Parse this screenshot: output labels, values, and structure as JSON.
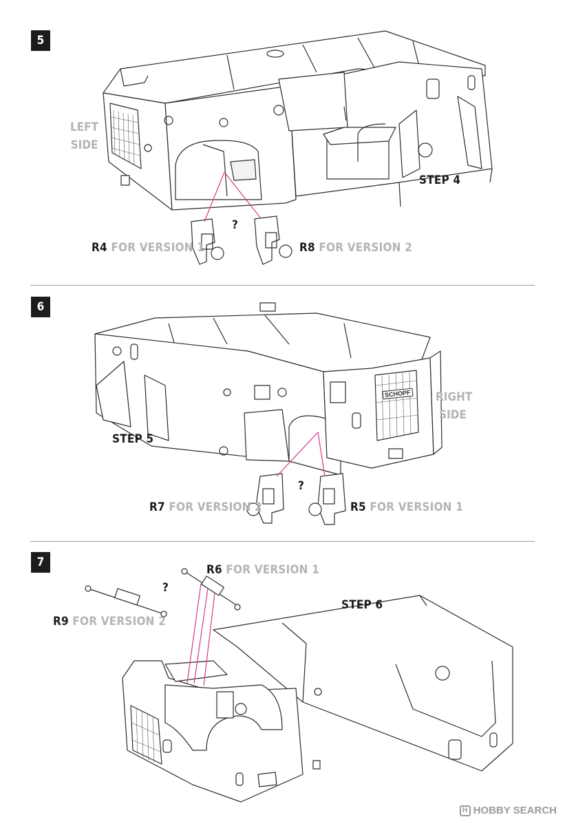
{
  "steps": [
    {
      "number": "5",
      "side_label": [
        "LEFT",
        "SIDE"
      ],
      "ref_step": "STEP 4",
      "question": "?",
      "options": [
        {
          "part": "R4",
          "text": "FOR VERSION 1"
        },
        {
          "part": "R8",
          "text": "FOR VERSION 2"
        }
      ]
    },
    {
      "number": "6",
      "side_label": [
        "RIGHT",
        "SIDE"
      ],
      "ref_step": "STEP 5",
      "question": "?",
      "options": [
        {
          "part": "R7",
          "text": "FOR VERSION 2"
        },
        {
          "part": "R5",
          "text": "FOR VERSION 1"
        }
      ]
    },
    {
      "number": "7",
      "ref_step": "STEP 6",
      "question": "?",
      "options": [
        {
          "part": "R6",
          "text": "FOR VERSION 1"
        },
        {
          "part": "R9",
          "text": "FOR VERSION 2"
        }
      ]
    }
  ],
  "grille_text": "SCHOPF",
  "watermark": {
    "icon": "H",
    "text": "HOBBY SEARCH"
  }
}
